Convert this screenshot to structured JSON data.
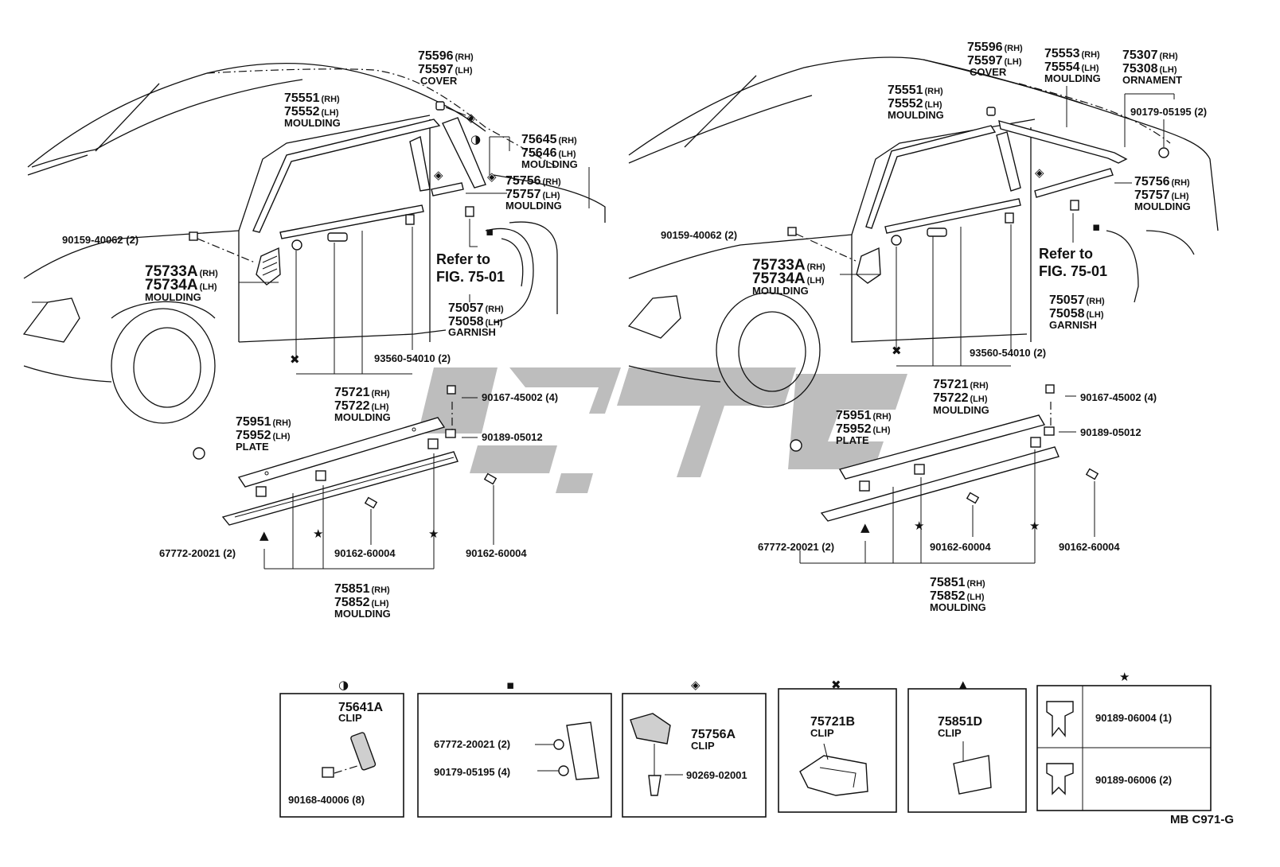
{
  "left": {
    "cover": {
      "rh": "75596",
      "lh": "75597",
      "name": "COVER",
      "sfx_rh": "(RH)",
      "sfx_lh": "(LH)"
    },
    "moulding_roof": {
      "rh": "75551",
      "lh": "75552",
      "name": "MOULDING"
    },
    "moulding_pillar": {
      "rh": "75645",
      "lh": "75646",
      "name": "MOULDING"
    },
    "moulding_rear": {
      "rh": "75756",
      "lh": "75757",
      "name": "MOULDING"
    },
    "bolt_front": "90159-40062 (2)",
    "moulding_fender": {
      "rh": "75733A",
      "lh": "75734A",
      "name": "MOULDING"
    },
    "refer_1": "Refer to",
    "refer_2": "FIG. 75-01",
    "garnish": {
      "rh": "75057",
      "lh": "75058",
      "name": "GARNISH"
    },
    "screw": "93560-54010 (2)",
    "moulding_belt": {
      "rh": "75721",
      "lh": "75722",
      "name": "MOULDING"
    },
    "screw2": "90167-45002 (4)",
    "plate": {
      "rh": "75951",
      "lh": "75952",
      "name": "PLATE"
    },
    "nut": "90189-05012",
    "clip_a": "67772-20021 (2)",
    "screw3": "90162-60004",
    "screw4": "90162-60004",
    "rocker": {
      "rh": "75851",
      "lh": "75852",
      "name": "MOULDING"
    }
  },
  "right": {
    "cover": {
      "rh": "75596",
      "lh": "75597",
      "name": "COVER"
    },
    "moulding_top": {
      "rh": "75553",
      "lh": "75554",
      "name": "MOULDING"
    },
    "ornament": {
      "rh": "75307",
      "lh": "75308",
      "name": "ORNAMENT"
    },
    "nut_ornament": "90179-05195 (2)",
    "moulding_roof": {
      "rh": "75551",
      "lh": "75552",
      "name": "MOULDING"
    },
    "moulding_rear": {
      "rh": "75756",
      "lh": "75757",
      "name": "MOULDING"
    },
    "bolt_front": "90159-40062 (2)",
    "moulding_fender": {
      "rh": "75733A",
      "lh": "75734A",
      "name": "MOULDING"
    },
    "refer_1": "Refer to",
    "refer_2": "FIG. 75-01",
    "garnish": {
      "rh": "75057",
      "lh": "75058",
      "name": "GARNISH"
    },
    "screw": "93560-54010 (2)",
    "moulding_belt": {
      "rh": "75721",
      "lh": "75722",
      "name": "MOULDING"
    },
    "screw2": "90167-45002 (4)",
    "plate": {
      "rh": "75951",
      "lh": "75952",
      "name": "PLATE"
    },
    "nut": "90189-05012",
    "clip_a": "67772-20021 (2)",
    "screw3": "90162-60004",
    "screw4": "90162-60004",
    "rocker": {
      "rh": "75851",
      "lh": "75852",
      "name": "MOULDING"
    }
  },
  "sfx": {
    "rh": "(RH)",
    "lh": "(LH)"
  },
  "details": {
    "half_circle": {
      "symbol": "◑",
      "part": "75641A",
      "name": "CLIP",
      "screw": "90168-40006 (8)"
    },
    "squares": {
      "symbol": "▪",
      "a": "67772-20021 (2)",
      "b": "90179-05195 (4)"
    },
    "diamond_box": {
      "symbol": "◈",
      "part": "75756A",
      "name": "CLIP",
      "screw": "90269-02001"
    },
    "cross": {
      "symbol": "✖",
      "part": "75721B",
      "name": "CLIP"
    },
    "triangle": {
      "symbol": "▲",
      "part": "75851D",
      "name": "CLIP"
    },
    "star": {
      "symbol": "★",
      "a": "90189-06004 (1)",
      "b": "90189-06006 (2)"
    }
  },
  "figure_code": "MB  C971-G",
  "colors": {
    "ink": "#111111",
    "watermark": "#bdbdbd"
  }
}
